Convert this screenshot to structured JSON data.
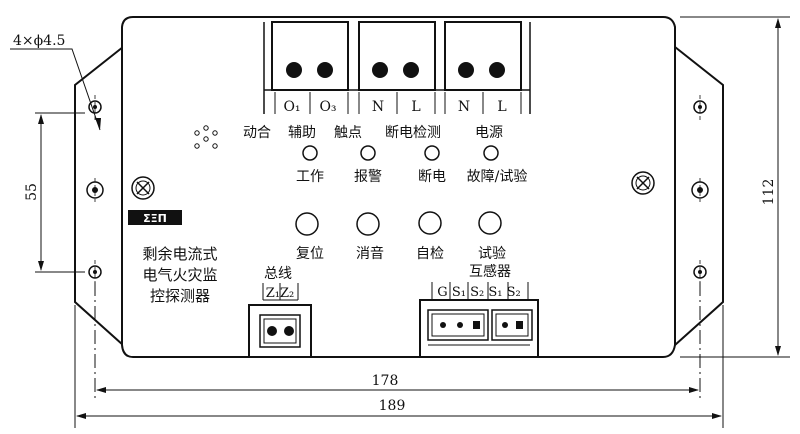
{
  "dimensions": {
    "hole_spec": "4×ϕ4.5",
    "hole_spacing": "55",
    "height": "112",
    "inner_width": "178",
    "outer_width": "189"
  },
  "terminals_top": {
    "labels": [
      "O₁",
      "O₃",
      "N",
      "L",
      "N",
      "L"
    ]
  },
  "function_labels": {
    "action_contacts": "动合",
    "aux_contacts": "辅助",
    "contacts": "触点",
    "power_off_detect": "断电检测",
    "power_source": "电源"
  },
  "indicators": [
    {
      "label": "工作"
    },
    {
      "label": "报警"
    },
    {
      "label": "断电"
    },
    {
      "label": "故障/试验"
    }
  ],
  "buttons": [
    {
      "label": "复位"
    },
    {
      "label": "消音"
    },
    {
      "label": "自检"
    },
    {
      "label": "试验"
    }
  ],
  "logo": "ΣΞΠ",
  "device_name": [
    "剩余电流式",
    "电气火灾监",
    "控探测器"
  ],
  "bus": {
    "title": "总线",
    "terminals": "Z₁Z₂"
  },
  "ct": {
    "title": "互感器",
    "terminals": "G S₁ S₂ S₁ S₂"
  }
}
